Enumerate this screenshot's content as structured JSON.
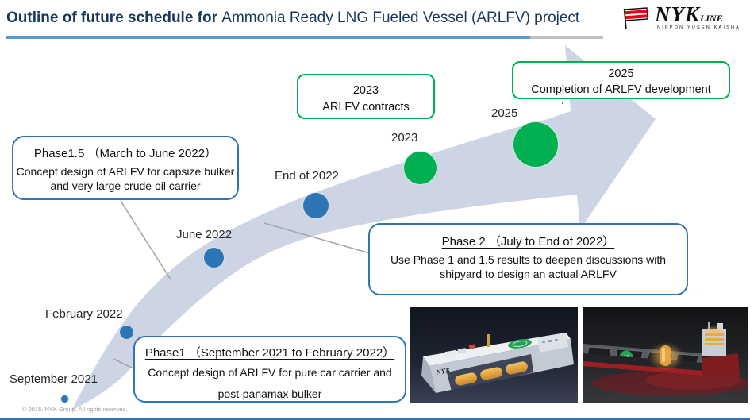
{
  "slide": {
    "title_prefix": "Outline of future schedule for ",
    "title_emphasis": "Ammonia Ready LNG Fueled Vessel (ARLFV) project",
    "stray_dot": ".",
    "copyright": "© 2016. NYK Group. All rights reserved."
  },
  "logo": {
    "wordmark": "NYK",
    "suffix": "LINE",
    "subtext": "NIPPON YUSEN KAISHA"
  },
  "timeline": {
    "milestones": [
      {
        "label": "September 2021",
        "color": "#2e75b6"
      },
      {
        "label": "February 2022",
        "color": "#2e75b6"
      },
      {
        "label": "June 2022",
        "color": "#2e75b6"
      },
      {
        "label": "End of 2022",
        "color": "#2e75b6"
      },
      {
        "label": "2023",
        "color": "#00b050"
      },
      {
        "label": "2025",
        "color": "#00b050"
      }
    ]
  },
  "callouts": {
    "phase1_5": {
      "title": "Phase1.5 （March to June 2022）",
      "body": "Concept design of ARLFV for capsize bulker and very large crude oil carrier"
    },
    "contracts_2023": {
      "year": "2023",
      "text": "ARLFV contracts"
    },
    "completion_2025": {
      "year": "2025",
      "text": "Completion of ARLFV development"
    },
    "phase2": {
      "title": "Phase 2 （July to End of 2022）",
      "body": "Use Phase 1 and 1.5 results to deepen discussions with shipyard to design an actual ARLFV"
    },
    "phase1": {
      "title": "Phase1 （September 2021 to February 2022）",
      "body_line1": "Concept design of ARLFV for pure car carrier and",
      "body_line2": "post-panamax bulker"
    }
  },
  "colors": {
    "title_text": "#17375e",
    "title_rule_blue": "#5b9bd5",
    "title_rule_gray": "#bfbfbf",
    "arrow_band": "#cdd4e4",
    "blue_box_border": "#2e75b6",
    "green_box_border": "#00b050",
    "connector_gray": "#a6a6a6",
    "logo_red": "#e60012",
    "bottom_rule": "#2e75b6"
  }
}
